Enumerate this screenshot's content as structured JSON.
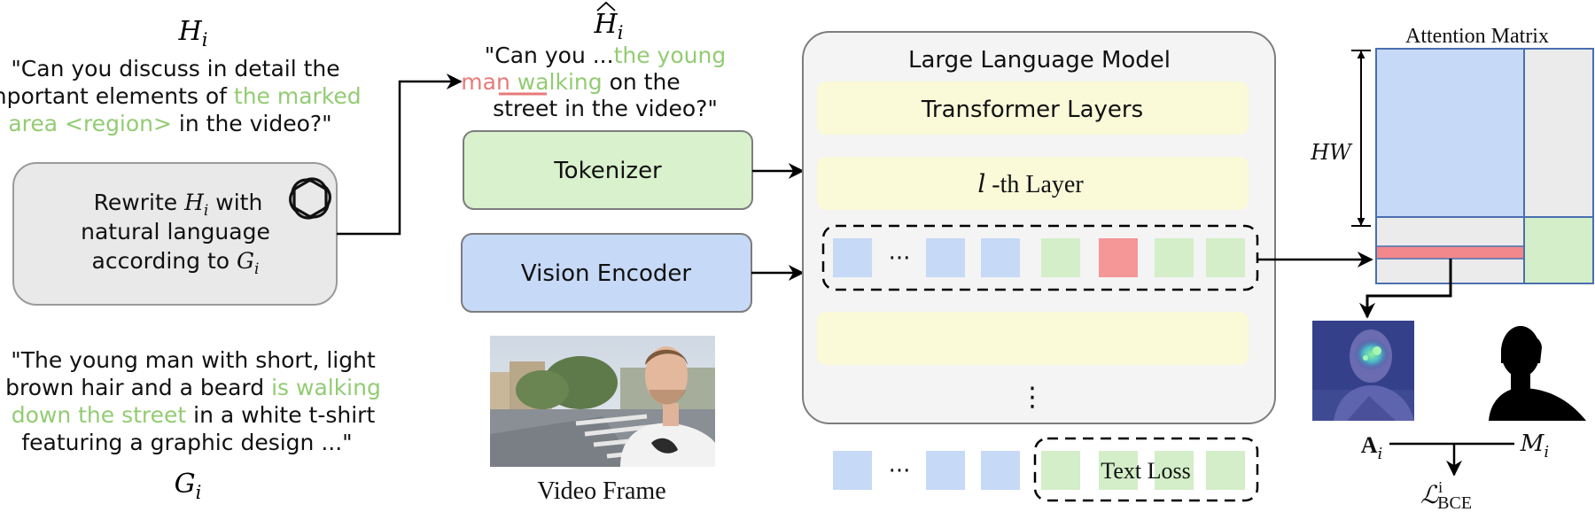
{
  "colors": {
    "green_text": "#93cc73",
    "red_text": "#e87a7a",
    "tokenizer_fill": "#d9f1cc",
    "encoder_fill": "#c6d9f7",
    "layer_fill": "#fafad9",
    "llm_fill": "#f4f4f4",
    "rewrite_fill": "#e9e9e9",
    "token_blue": "#c6d9f7",
    "token_green": "#d3eec8",
    "token_red": "#f59697",
    "matrix_blue": "#c6d9f7",
    "matrix_green": "#d3eec8",
    "matrix_gray": "#ebebeb",
    "matrix_red": "#f3888c",
    "matrix_border": "#4a6fb0"
  },
  "left": {
    "h_symbol": "H",
    "h_sub": "i",
    "h_quote": {
      "line1": "\"Can you discuss in detail the",
      "line2_plain": "important elements of ",
      "line2_green": "the marked",
      "line3_green": "area <region>",
      "line3_plain": " in the video?\""
    },
    "rewrite": {
      "line1_a": "Rewrite ",
      "line1_sym": "H",
      "line1_sub": "i",
      "line1_b": " with",
      "line2": "natural language",
      "line3_a": "according to ",
      "line3_sym": "G",
      "line3_sub": "i"
    },
    "g_quote": {
      "line1": "\"The young man with short, light",
      "line2_plain": "brown hair and a beard ",
      "line2_green": "is walking",
      "line3_green": "down the street",
      "line3_plain": " in a white t-shirt",
      "line4": "featuring a graphic design ...\""
    },
    "g_symbol": "G",
    "g_sub": "i"
  },
  "middle": {
    "hhat_symbol": "H",
    "hhat_sub": "i",
    "hhat_quote": {
      "line1_plain": "\"Can you ...",
      "line1_green": "the young",
      "line2_red": "man",
      "line2_green": " walking",
      "line2_plain": " on the",
      "line3": "street in the video?\""
    },
    "tokenizer_label": "Tokenizer",
    "encoder_label": "Vision Encoder",
    "video_label": "Video Frame"
  },
  "llm": {
    "title": "Large Language Model",
    "transformer_label": "Transformer Layers",
    "lth_sym": "l",
    "lth_rest": " -th Layer",
    "dots_h": "···",
    "dots_v": "⋮",
    "text_loss": "Text Loss"
  },
  "right": {
    "matrix_title": "Attention Matrix",
    "hw_label": "HW",
    "a_sym": "A",
    "a_sub": "i",
    "m_sym": "M",
    "m_sub": "i",
    "loss_sym": "ℒ",
    "loss_sup": "i",
    "loss_sub": "BCE"
  }
}
